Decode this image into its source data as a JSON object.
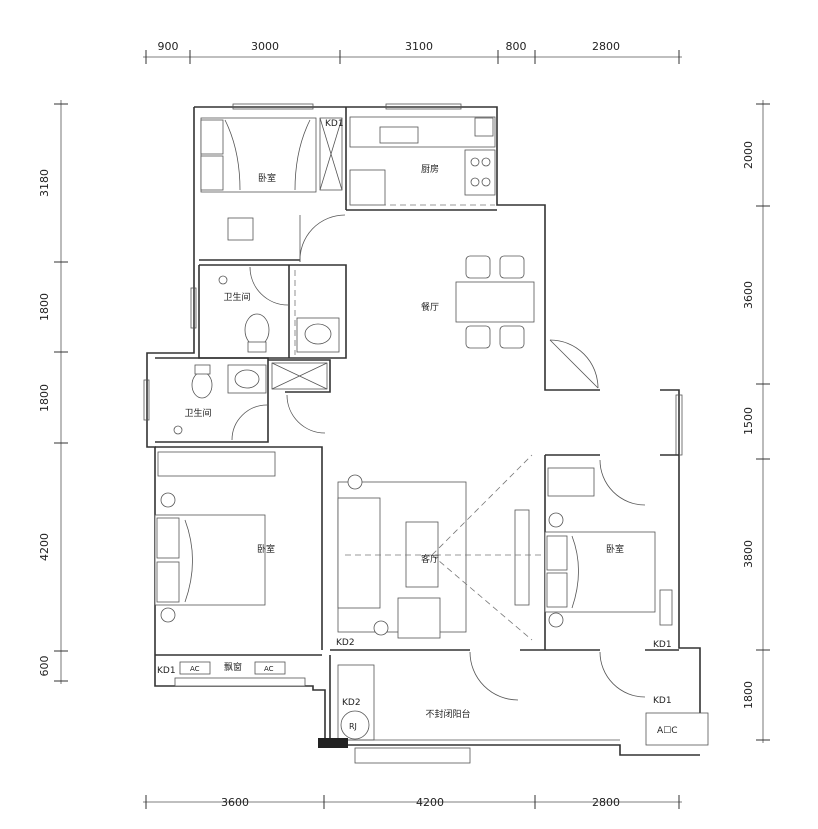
{
  "dimensions": {
    "top": [
      "900",
      "3000",
      "3100",
      "800",
      "2800"
    ],
    "bottom": [
      "3600",
      "4200",
      "2800"
    ],
    "left": [
      "3180",
      "1800",
      "1800",
      "4200",
      "600"
    ],
    "right": [
      "2000",
      "3600",
      "1500",
      "3800",
      "1800"
    ]
  },
  "rooms": {
    "bedroom_top": "卧室",
    "kitchen": "厨房",
    "bath_upper": "卫生间",
    "dining": "餐厅",
    "bath_lower": "卫生间",
    "bedroom_left": "卧室",
    "living": "客厅",
    "bedroom_right": "卧室",
    "bay_window": "飘窗",
    "balcony": "不封闭阳台"
  },
  "tags": {
    "kd1_top": "KD1",
    "kd2_living": "KD2",
    "kd1_bay": "KD1",
    "kd1_right": "KD1",
    "kd1_balcony": "KD1",
    "kd2_balcony": "KD2",
    "ac_left": "AC",
    "ac_right": "AC",
    "rj": "RJ",
    "ac_unit": "A☐C"
  }
}
